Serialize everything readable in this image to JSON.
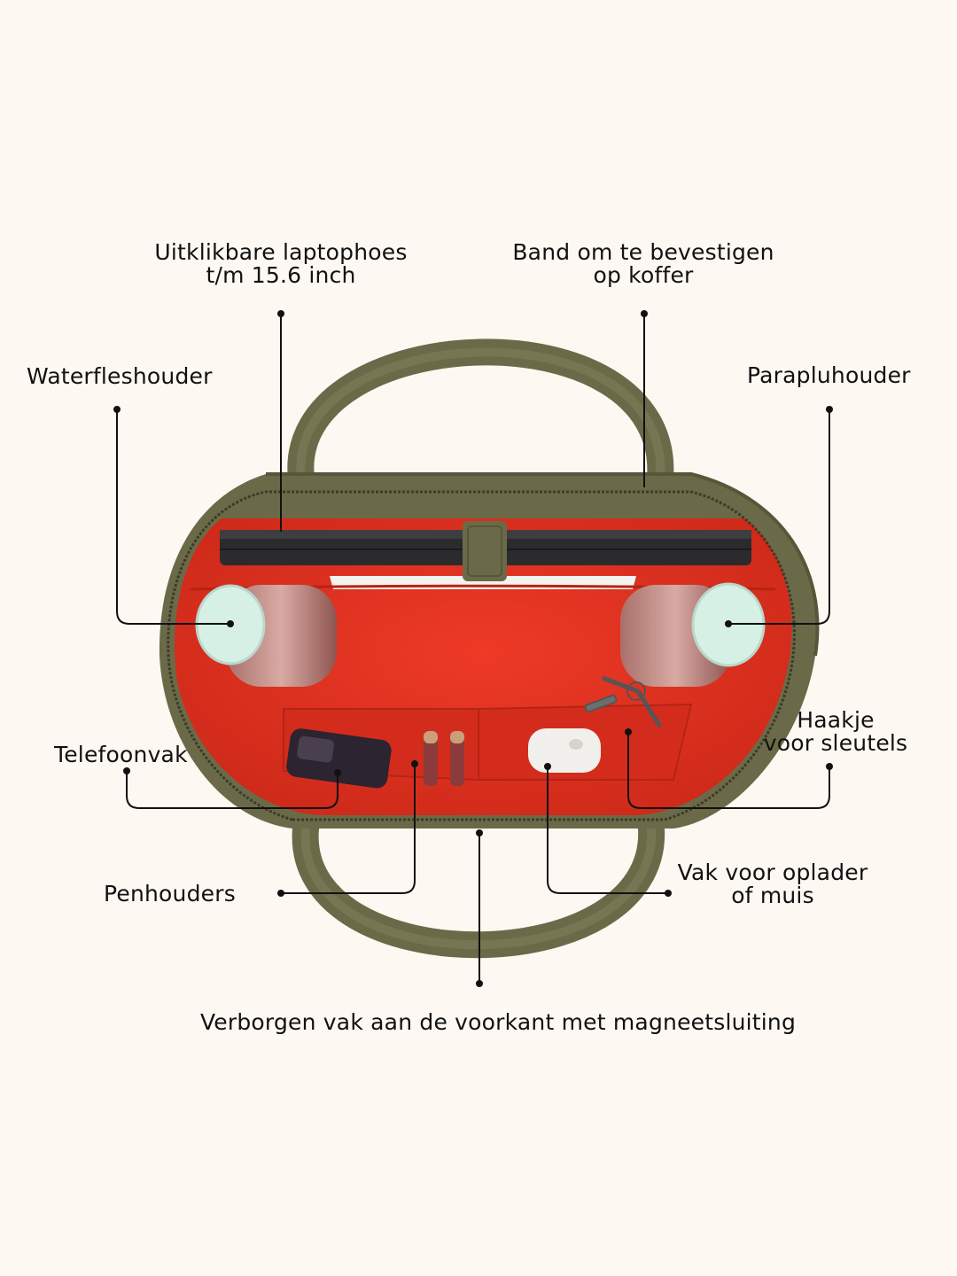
{
  "callouts": {
    "laptop_sleeve": [
      "Uitklikbare laptophoes",
      "t/m 15.6 inch"
    ],
    "suitcase_strap": [
      "Band om te bevestigen",
      "op koffer"
    ],
    "bottle_holder": "Waterfleshouder",
    "umbrella_holder": "Parapluhouder",
    "key_hook": [
      "Haakje",
      "voor sleutels"
    ],
    "phone_pocket": "Telefoonvak",
    "charger_pocket": [
      "Vak voor oplader",
      "of muis"
    ],
    "pen_holders": "Penhouders",
    "front_pocket": "Verborgen vak aan de voorkant met magneetsluiting"
  },
  "colors": {
    "background": "#fdf8f2",
    "leather": "#6b6a48",
    "lining": "#e2301f",
    "bottle_cap": "#d6f0e6"
  }
}
